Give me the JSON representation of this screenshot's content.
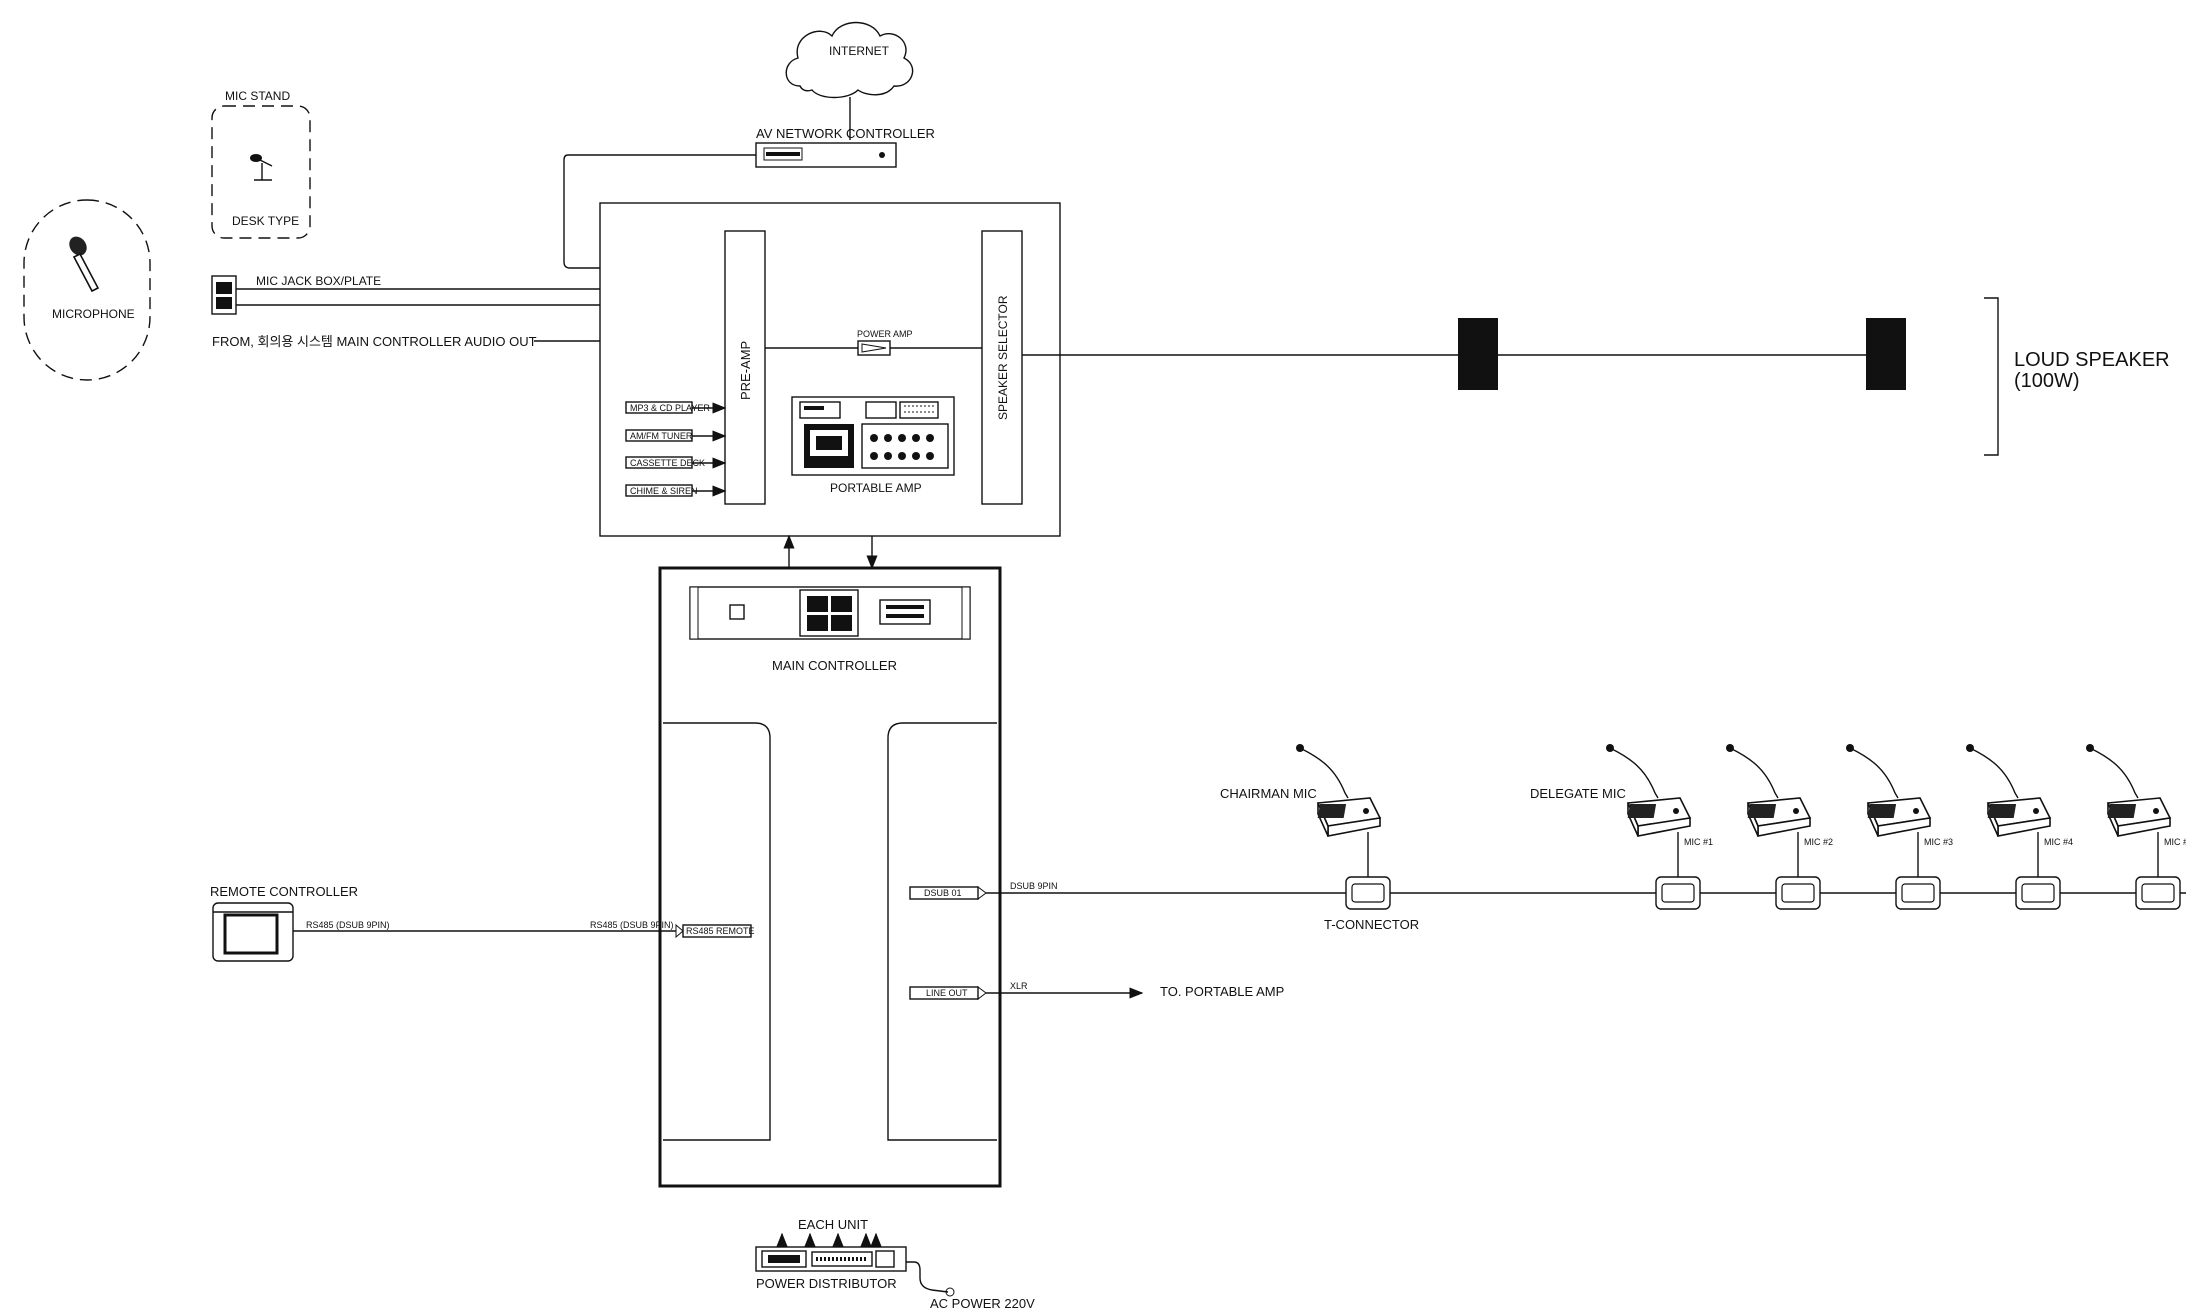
{
  "labels": {
    "internet": "INTERNET",
    "av_network_controller": "AV NETWORK CONTROLLER",
    "mic_stand": "MIC STAND",
    "desk_type": "DESK TYPE",
    "microphone": "MICROPHONE",
    "mic_jack_box": "MIC JACK BOX/PLATE",
    "from_main_controller": "FROM, 회의용 시스템 MAIN CONTROLLER AUDIO OUT",
    "pre_amp": "PRE-AMP",
    "power_amp": "POWER AMP",
    "speaker_selector": "SPEAKER SELECTOR",
    "portable_amp": "PORTABLE AMP",
    "mp3_cd_player": "MP3 & CD PLAYER",
    "am_fm_tuner": "AM/FM TUNER",
    "cassette_deck": "CASSETTE DECK",
    "chime_siren": "CHIME & SIREN",
    "loud_speaker": "LOUD SPEAKER",
    "loud_speaker_power": "(100W)",
    "main_controller": "MAIN CONTROLLER",
    "remote_controller": "REMOTE CONTROLLER",
    "rs485_dsub_left": "RS485 (DSUB 9PIN)",
    "rs485_dsub_right": "RS485 (DSUB 9PIN)",
    "rs485_remote": "RS485 REMOTE",
    "dsub_01": "DSUB    01",
    "dsub_9pin": "DSUB 9PIN",
    "line_out": "LINE OUT",
    "xlr": "XLR",
    "to_portable_amp": "TO. PORTABLE AMP",
    "chairman_mic": "CHAIRMAN MIC",
    "delegate_mic": "DELEGATE MIC",
    "t_connector": "T-CONNECTOR",
    "mic_1": "MIC #1",
    "mic_2": "MIC #2",
    "mic_3": "MIC #3",
    "mic_4": "MIC #4",
    "mic_5": "MIC #",
    "each_unit": "EACH UNIT",
    "power_distributor": "POWER DISTRIBUTOR",
    "ac_power": "AC POWER 220V"
  }
}
